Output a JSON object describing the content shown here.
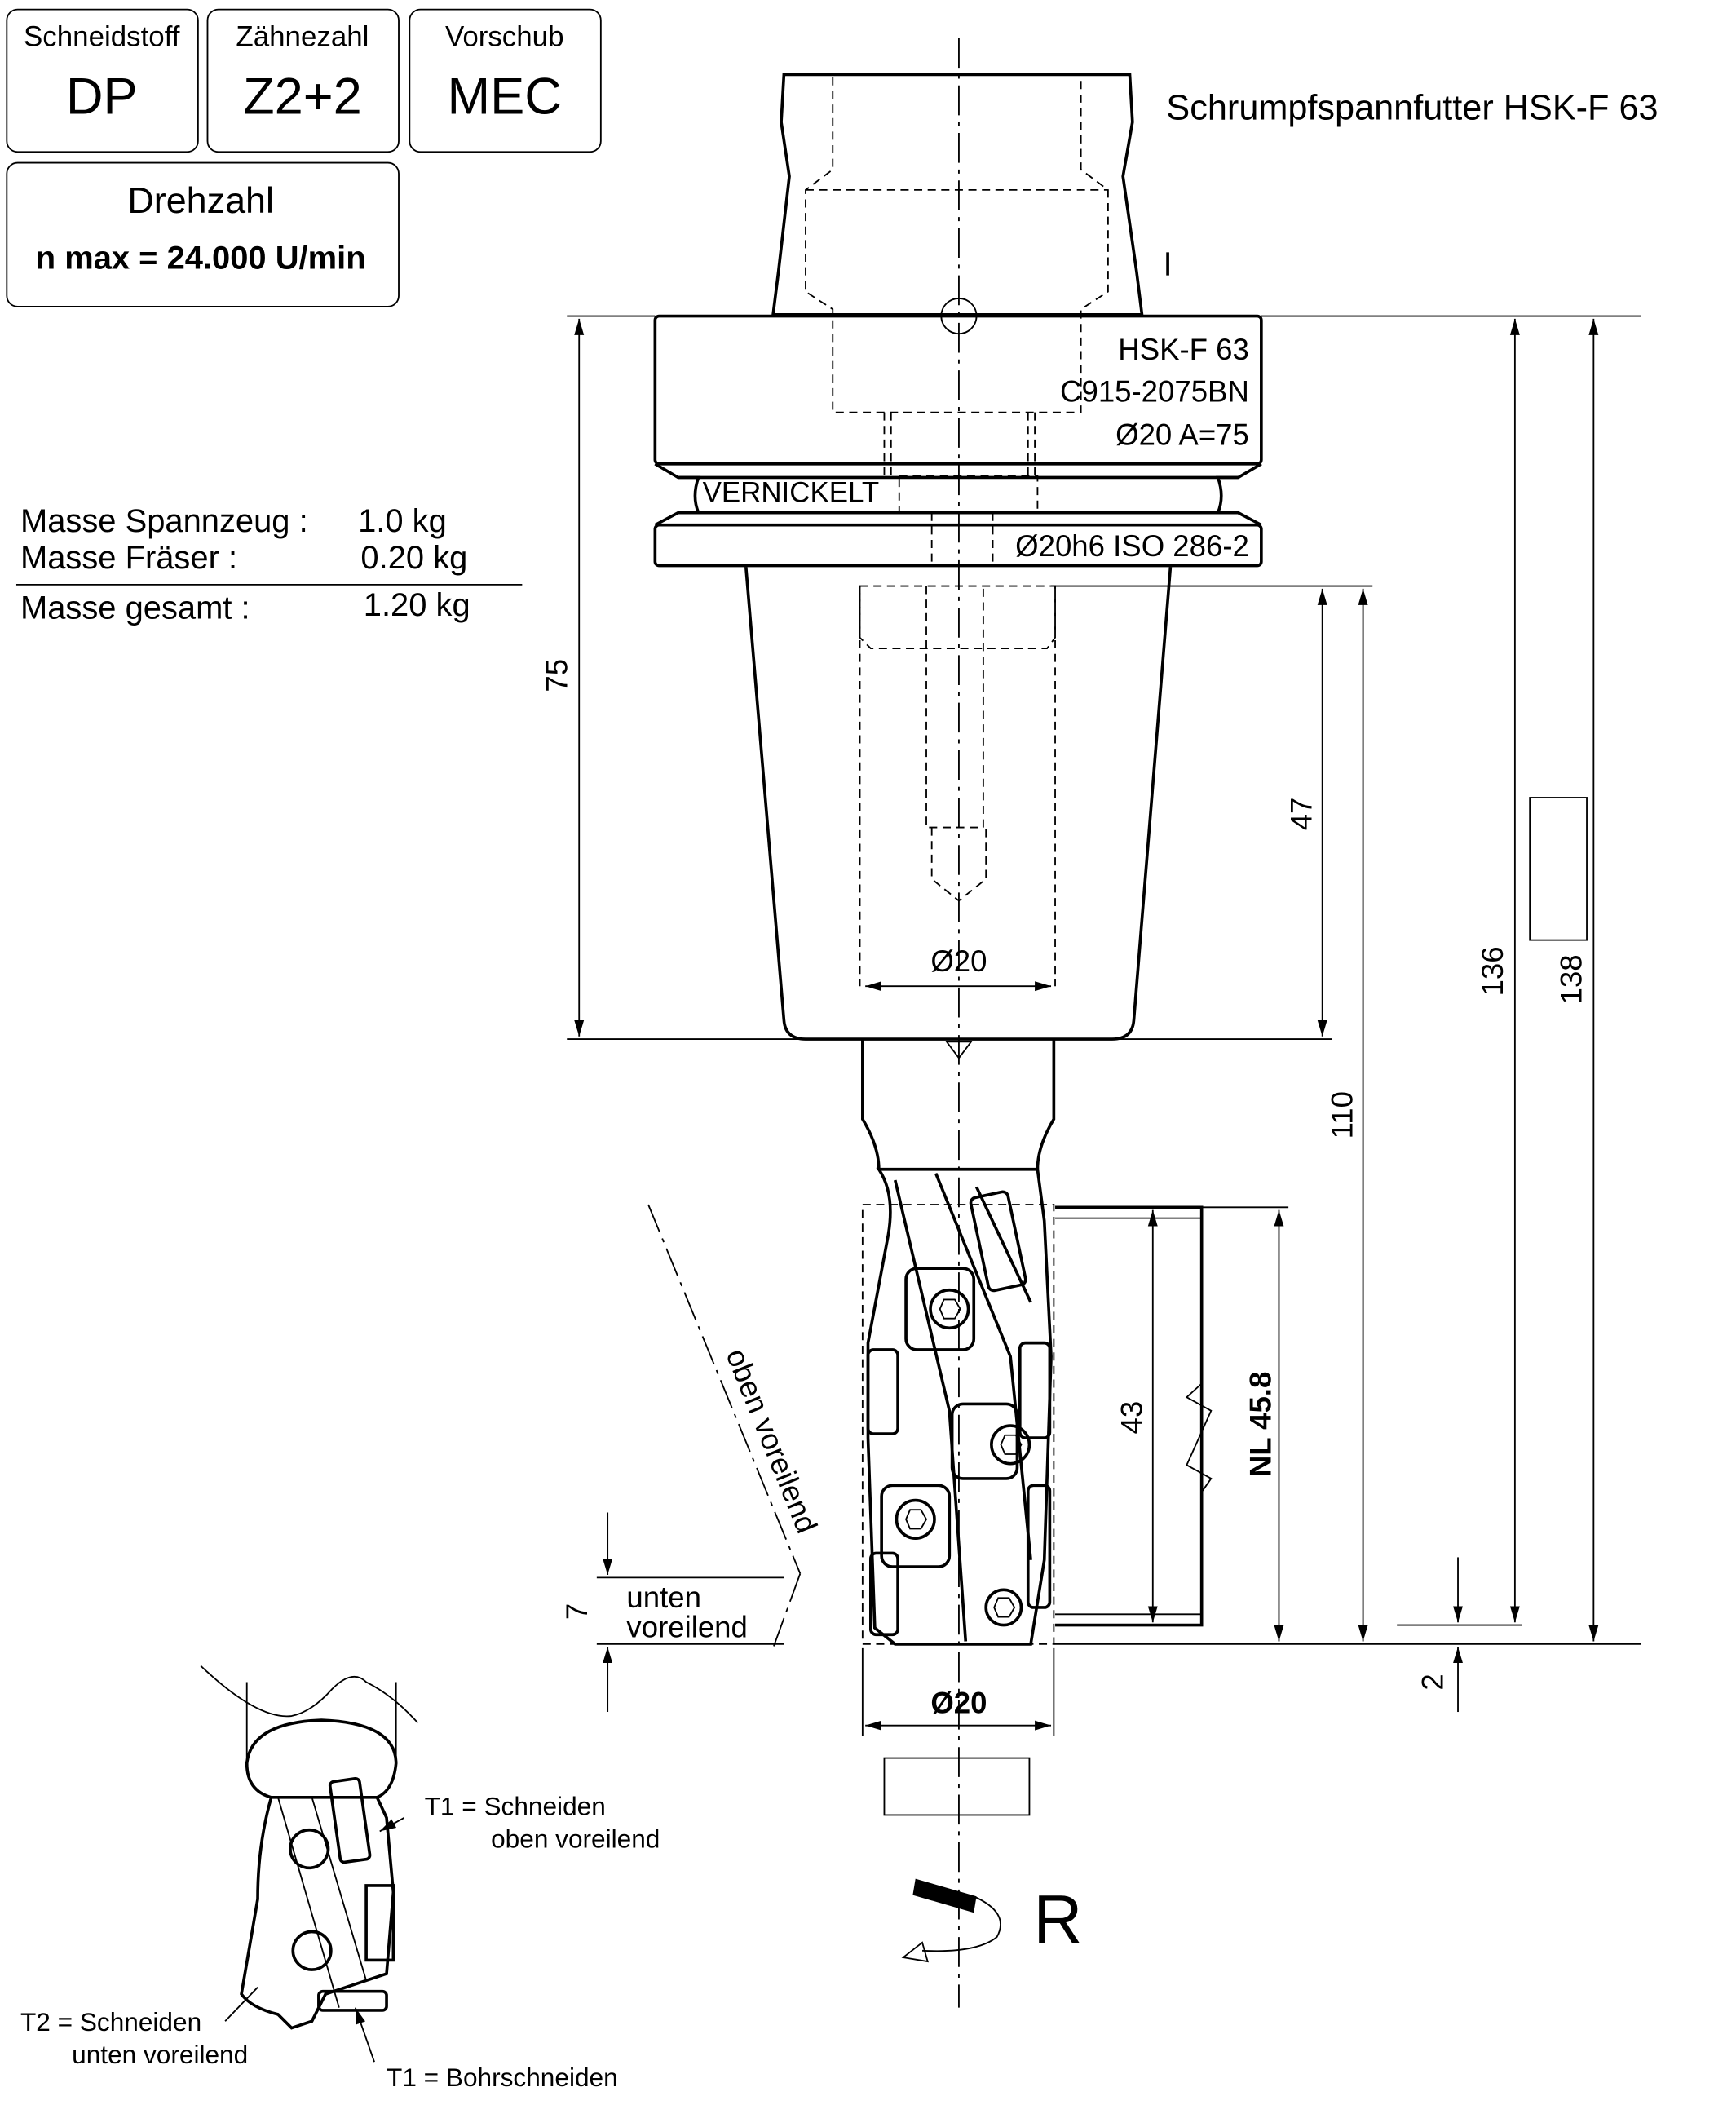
{
  "spec_boxes": [
    {
      "label": "Schneidstoff",
      "value": "DP"
    },
    {
      "label": "Zähnezahl",
      "value": "Z2+2"
    },
    {
      "label": "Vorschub",
      "value": "MEC"
    }
  ],
  "speed_box": {
    "label": "Drehzahl",
    "value": "n max = 24.000 U/min"
  },
  "title": "Schrumpfspannfutter HSK-F 63",
  "holder_marking": {
    "line1": "HSK-F 63",
    "line2": "C915-2075BN",
    "line3": "Ø20  A=75",
    "coating": "VERNICKELT",
    "tolerance": "Ø20h6 ISO 286-2"
  },
  "mass": {
    "holder_label": "Masse Spannzeug :",
    "holder_value": "1.0 kg",
    "cutter_label": "Masse Fräser :",
    "cutter_value": "0.20 kg",
    "total_label": "Masse gesamt :",
    "total_value": "1.20 kg"
  },
  "dimensions": {
    "d75": "75",
    "d47": "47",
    "d110": "110",
    "d136": "136",
    "d138": "138",
    "d43": "43",
    "nl": "NL 45.8",
    "dia_shank": "Ø20",
    "dia_cutter": "Ø20",
    "d7": "7",
    "d2": "2"
  },
  "notes": {
    "top_lead": "oben voreilend",
    "bottom_lead_1": "unten",
    "bottom_lead_2": "voreilend",
    "rotation": "R"
  },
  "legend": {
    "t1_cut_1": "T1  = Schneiden",
    "t1_cut_2": "oben voreilend",
    "t2_cut_1": "T2  = Schneiden",
    "t2_cut_2": "unten voreilend",
    "t1_drill": "T1  = Bohrschneiden"
  }
}
